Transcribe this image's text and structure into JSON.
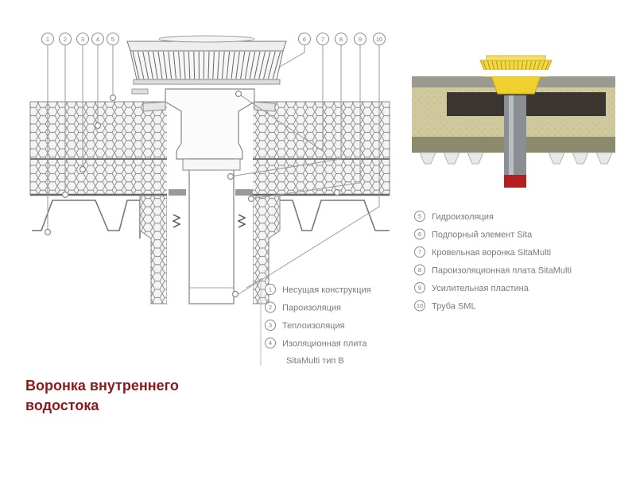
{
  "caption": {
    "line1": "Воронка внутреннего",
    "line2": "водостока"
  },
  "callout_numbers": [
    "1",
    "2",
    "3",
    "4",
    "5",
    "6",
    "7",
    "8",
    "9",
    "10"
  ],
  "legend_left": [
    {
      "num": "1",
      "text": "Несущая конструкция"
    },
    {
      "num": "2",
      "text": "Пароизоляция"
    },
    {
      "num": "3",
      "text": "Теплоизоляция"
    },
    {
      "num": "4",
      "text": "Изоляционная плита"
    }
  ],
  "legend_left_continuation": "SitaMulti тип B",
  "legend_right": [
    {
      "num": "5",
      "text": "Гидроизоляция"
    },
    {
      "num": "6",
      "text": "Подпорный элемент Sita"
    },
    {
      "num": "7",
      "text": "Кровельная воронка SitaMulti"
    },
    {
      "num": "8",
      "text": "Пароизоляционная плата SitaMulti"
    },
    {
      "num": "9",
      "text": "Усилительная пластина"
    },
    {
      "num": "10",
      "text": "Труба SML"
    }
  ],
  "colors": {
    "caption": "#8b1a1a",
    "line": "#9a9a9a",
    "insulation_fill": "#f2f2f2",
    "photo_slab": "#8c8a6c",
    "photo_insulation": "#c9c59a",
    "photo_dark_layer": "#3a3530",
    "photo_funnel": "#f0d030",
    "photo_pipe": "#8a8f93",
    "photo_pipe_end": "#b02020"
  }
}
